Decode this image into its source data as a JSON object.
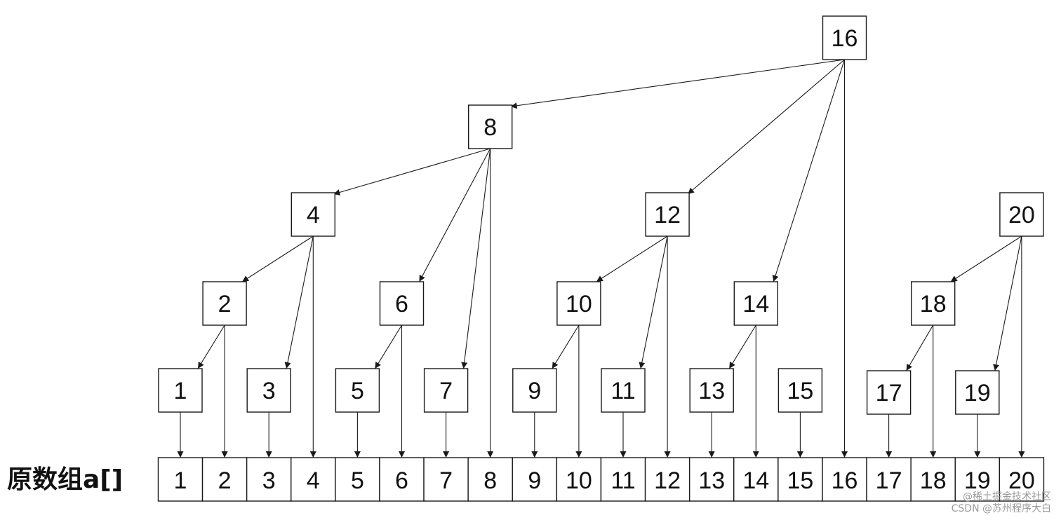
{
  "array_label": "原数组a[]",
  "tree_nodes": [
    {
      "id": 1,
      "label": "1"
    },
    {
      "id": 2,
      "label": "2"
    },
    {
      "id": 3,
      "label": "3"
    },
    {
      "id": 4,
      "label": "4"
    },
    {
      "id": 5,
      "label": "5"
    },
    {
      "id": 6,
      "label": "6"
    },
    {
      "id": 7,
      "label": "7"
    },
    {
      "id": 8,
      "label": "8"
    },
    {
      "id": 9,
      "label": "9"
    },
    {
      "id": 10,
      "label": "10"
    },
    {
      "id": 11,
      "label": "11"
    },
    {
      "id": 12,
      "label": "12"
    },
    {
      "id": 13,
      "label": "13"
    },
    {
      "id": 14,
      "label": "14"
    },
    {
      "id": 15,
      "label": "15"
    },
    {
      "id": 16,
      "label": "16"
    },
    {
      "id": 17,
      "label": "17"
    },
    {
      "id": 18,
      "label": "18"
    },
    {
      "id": 19,
      "label": "19"
    },
    {
      "id": 20,
      "label": "20"
    }
  ],
  "array_cells": [
    "1",
    "2",
    "3",
    "4",
    "5",
    "6",
    "7",
    "8",
    "9",
    "10",
    "11",
    "12",
    "13",
    "14",
    "15",
    "16",
    "17",
    "18",
    "19",
    "20"
  ],
  "edges": [
    {
      "from": 16,
      "to": 8
    },
    {
      "from": 16,
      "to": 12
    },
    {
      "from": 16,
      "to": 14
    },
    {
      "from": 16,
      "to": "a16"
    },
    {
      "from": 8,
      "to": 4
    },
    {
      "from": 8,
      "to": 6
    },
    {
      "from": 8,
      "to": 7
    },
    {
      "from": 8,
      "to": "a8"
    },
    {
      "from": 4,
      "to": 2
    },
    {
      "from": 4,
      "to": 3
    },
    {
      "from": 4,
      "to": "a4"
    },
    {
      "from": 2,
      "to": 1
    },
    {
      "from": 2,
      "to": "a2"
    },
    {
      "from": 6,
      "to": 5
    },
    {
      "from": 6,
      "to": "a6"
    },
    {
      "from": 12,
      "to": 10
    },
    {
      "from": 12,
      "to": 11
    },
    {
      "from": 12,
      "to": "a12"
    },
    {
      "from": 10,
      "to": 9
    },
    {
      "from": 10,
      "to": "a10"
    },
    {
      "from": 14,
      "to": 13
    },
    {
      "from": 14,
      "to": "a14"
    },
    {
      "from": 20,
      "to": 18
    },
    {
      "from": 20,
      "to": 19
    },
    {
      "from": 20,
      "to": "a20"
    },
    {
      "from": 18,
      "to": 17
    },
    {
      "from": 18,
      "to": "a18"
    },
    {
      "from": 1,
      "to": "a1"
    },
    {
      "from": 3,
      "to": "a3"
    },
    {
      "from": 5,
      "to": "a5"
    },
    {
      "from": 7,
      "to": "a7"
    },
    {
      "from": 9,
      "to": "a9"
    },
    {
      "from": 11,
      "to": "a11"
    },
    {
      "from": 13,
      "to": "a13"
    },
    {
      "from": 15,
      "to": "a15"
    },
    {
      "from": 17,
      "to": "a17"
    },
    {
      "from": 19,
      "to": "a19"
    }
  ],
  "colors": {
    "line": "#1a1a1a",
    "text": "#111111",
    "watermark": "#9a9a9a"
  },
  "watermark": {
    "line1": "@稀土掘金技术社区",
    "line2": "CSDN @苏州程序大白"
  }
}
